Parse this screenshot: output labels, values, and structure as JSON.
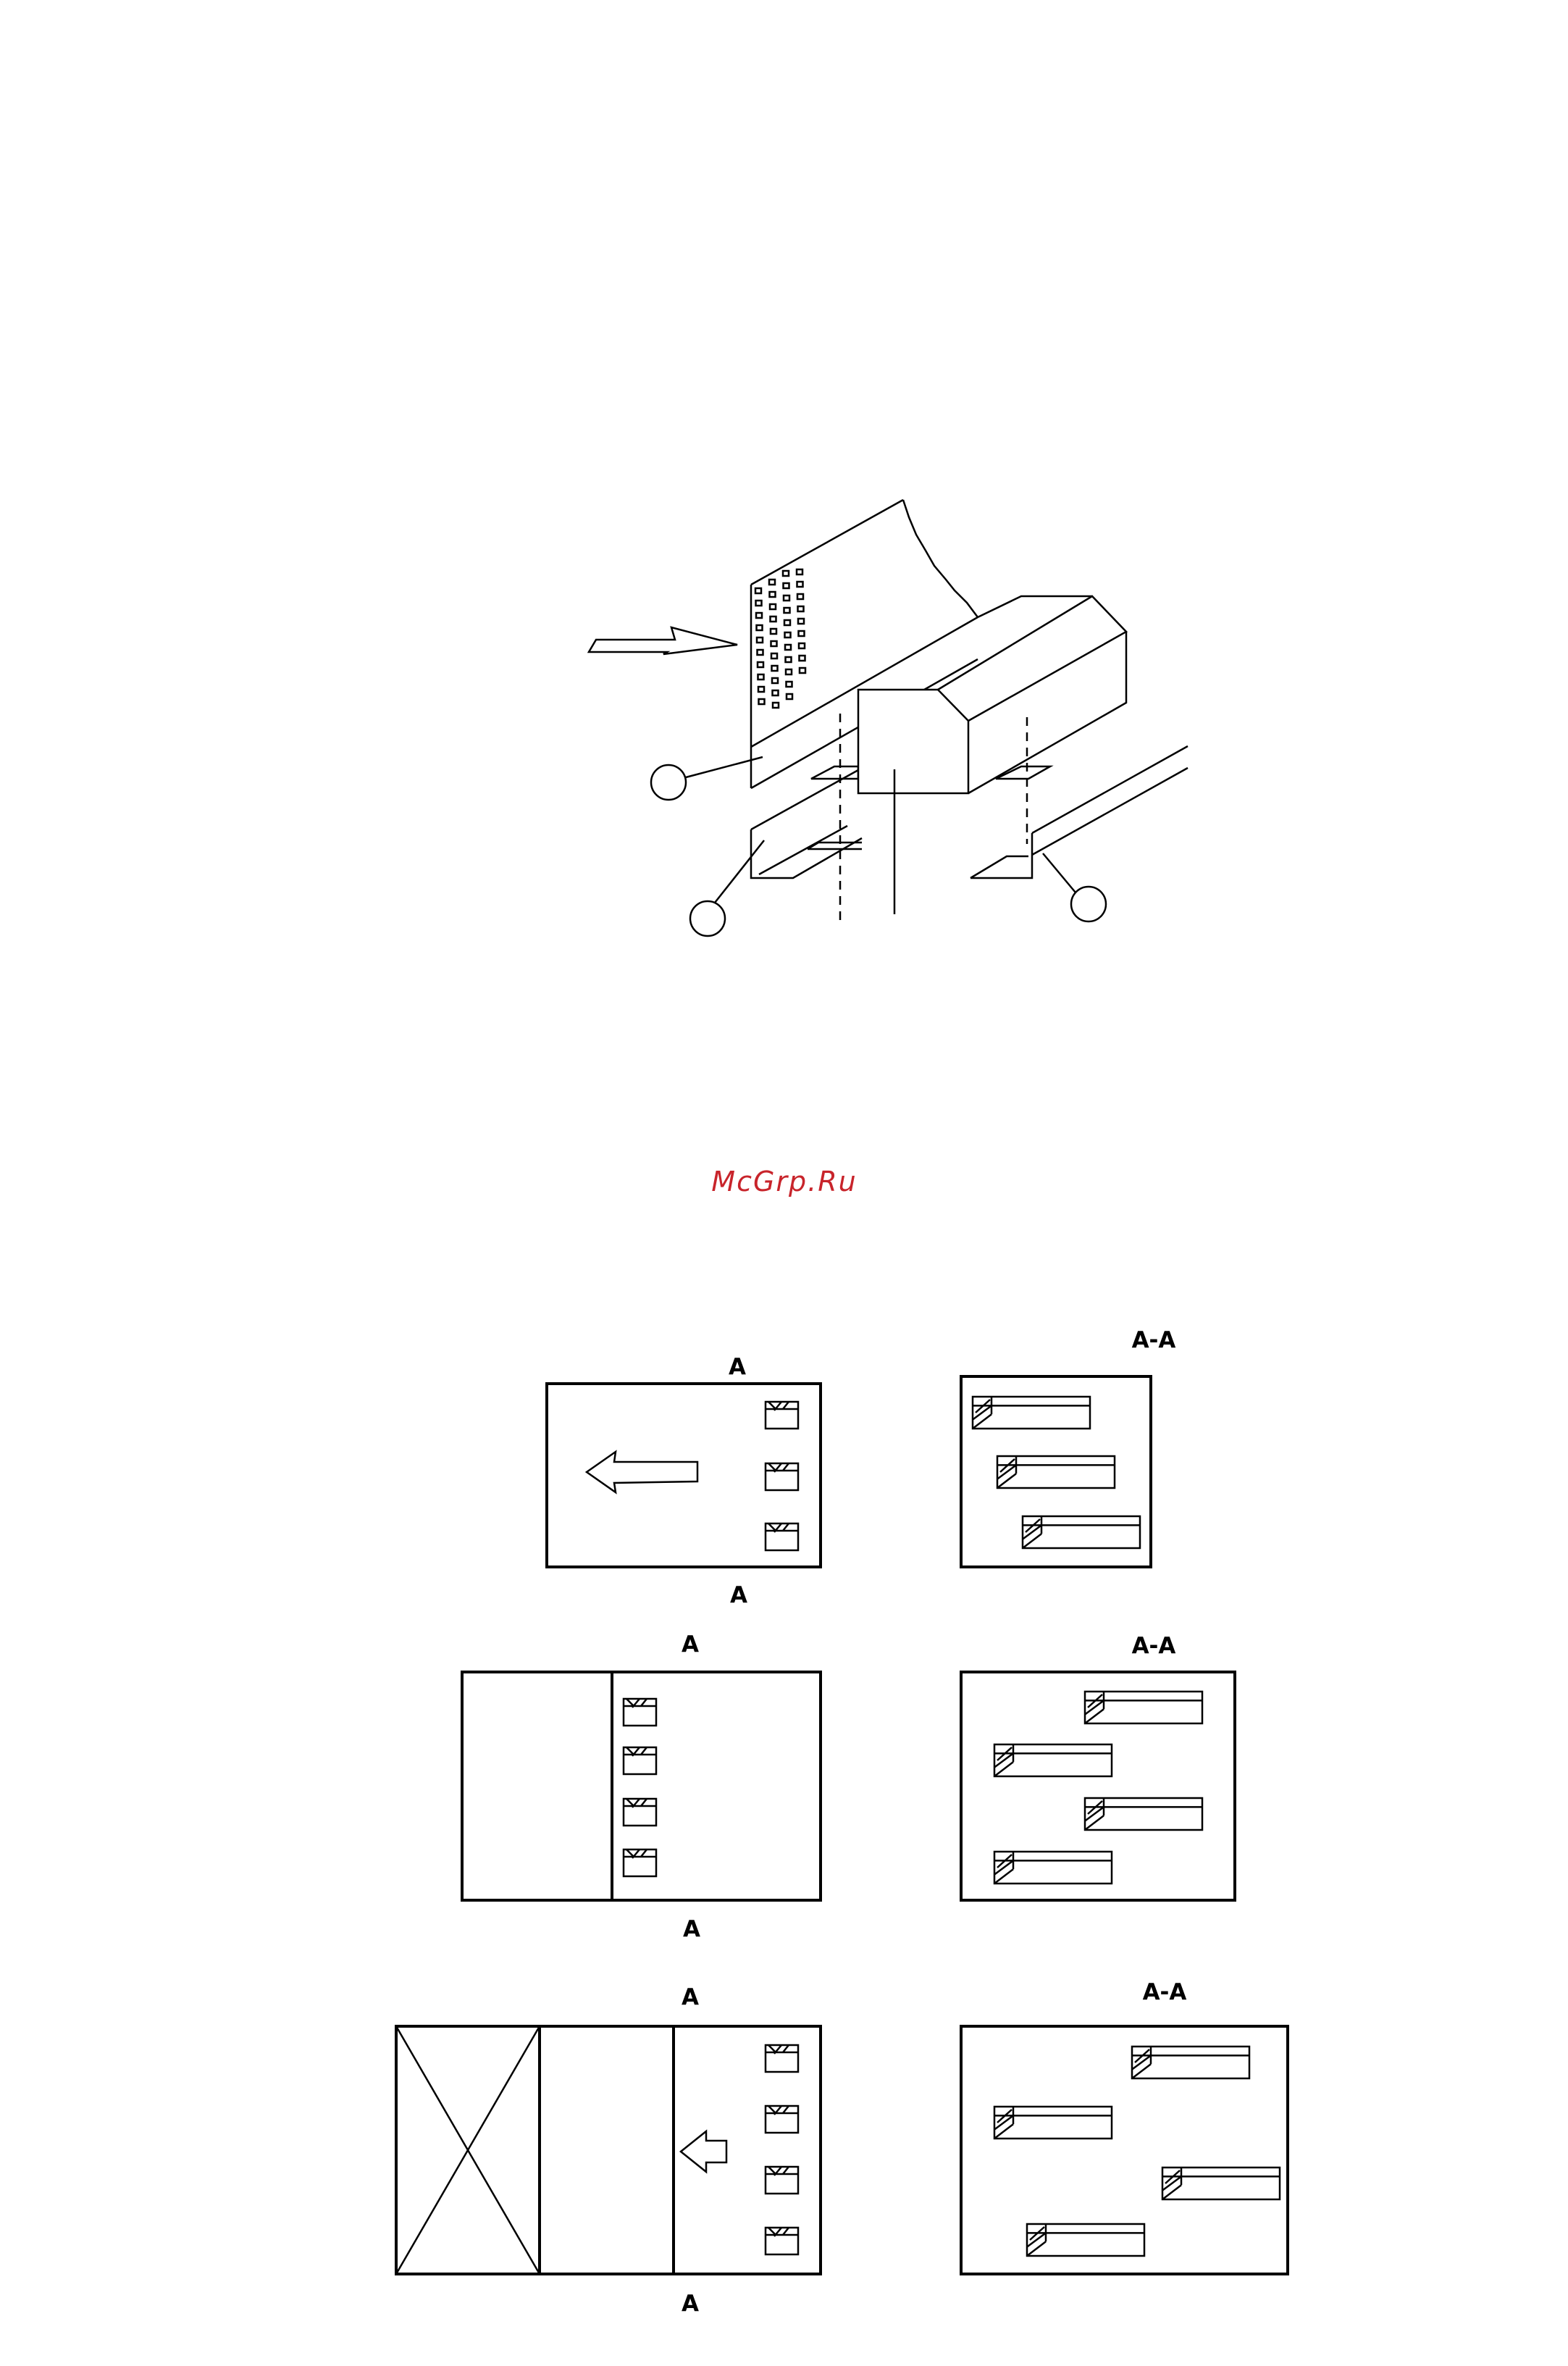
{
  "watermark": "McGrp.Ru",
  "views": [
    {
      "top_label": "A",
      "bottom_label": "A",
      "section_label": "A-A"
    },
    {
      "top_label": "A",
      "bottom_label": "A",
      "section_label": "A-A"
    },
    {
      "top_label": "A",
      "bottom_label": "A",
      "section_label": "A-A"
    }
  ],
  "icons": {
    "feed_arrow": "arrow-right-icon",
    "flow_arrow": "arrow-left-icon",
    "callout": "callout-circle-icon",
    "card_slot": "card-slot-icon",
    "cross_out": "cross-box-icon"
  }
}
